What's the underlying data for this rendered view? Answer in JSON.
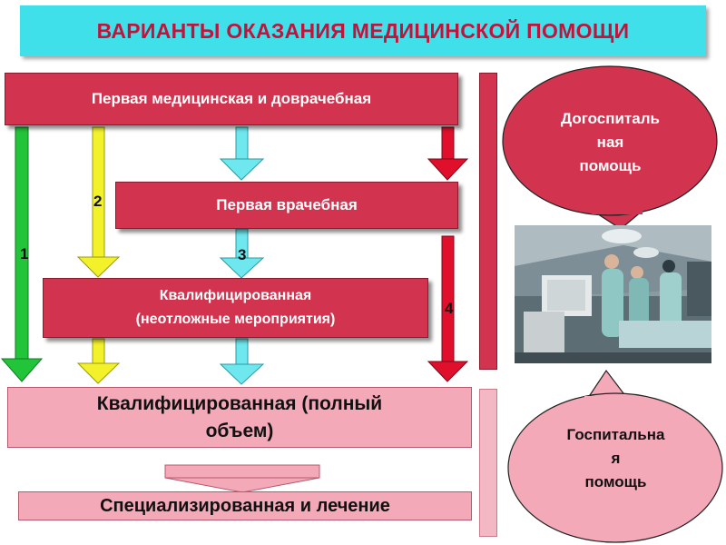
{
  "title": "ВАРИАНТЫ ОКАЗАНИЯ МЕДИЦИНСКОЙ ПОМОЩИ",
  "boxes": {
    "first_aid": "Первая медицинская и доврачебная",
    "first_doctor": "Первая врачебная",
    "qualified_urgent_line1": "Квалифицированная",
    "qualified_urgent_line2": "(неотложные мероприятия)",
    "qualified_full_line1": "Квалифицированная (полный",
    "qualified_full_line2": "объем)",
    "specialized": "Специализированная и лечение"
  },
  "arrow_numbers": {
    "n1": "1",
    "n2": "2",
    "n3": "3",
    "n4": "4"
  },
  "bubbles": {
    "prehospital_line1": "Догоспиталь",
    "prehospital_line2": "ная",
    "prehospital_line3": "помощь",
    "hospital_line1": "Госпитальна",
    "hospital_line2": "я",
    "hospital_line3": "помощь"
  },
  "colors": {
    "title_bg": "#3fe0ea",
    "title_text": "#c0143c",
    "box_dark": "#d2344f",
    "box_light": "#f4a9b8",
    "arrow_green": "#22c43a",
    "arrow_yellow": "#f3f12a",
    "arrow_cyan": "#6ee8ee",
    "arrow_red": "#e0102c"
  }
}
